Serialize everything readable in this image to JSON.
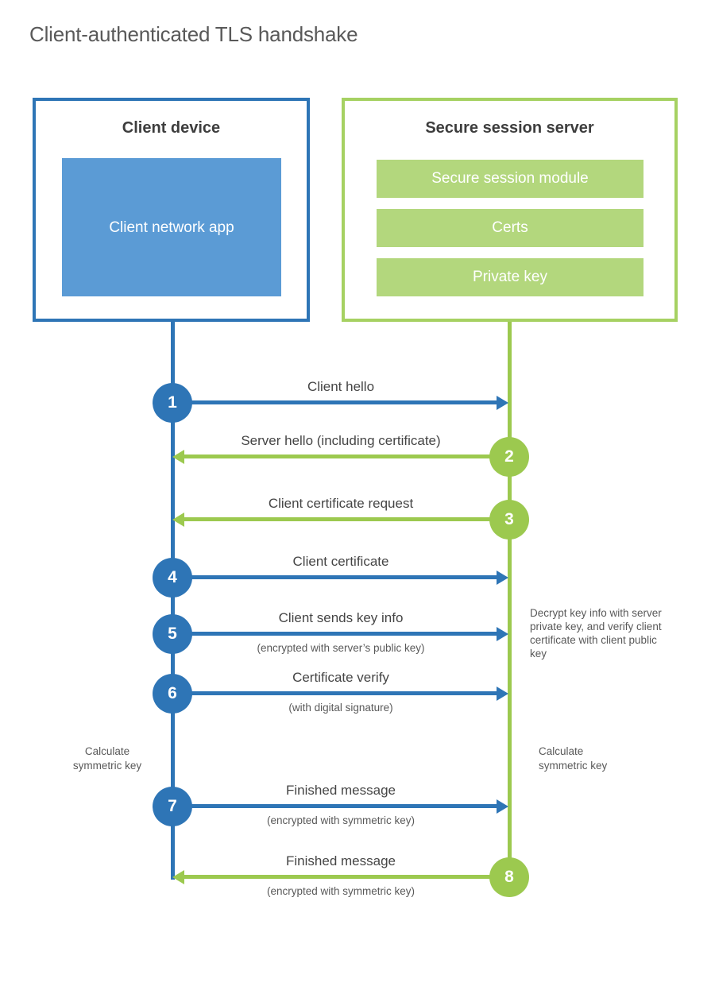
{
  "title": "Client-authenticated TLS handshake",
  "client_box": {
    "title": "Client device",
    "app": "Client network app"
  },
  "server_box": {
    "title": "Secure session server",
    "modules": [
      "Secure session module",
      "Certs",
      "Private key"
    ]
  },
  "messages": [
    {
      "num": "1",
      "direction": "client-to-server",
      "label": "Client hello"
    },
    {
      "num": "2",
      "direction": "server-to-client",
      "label": "Server hello (including certificate)"
    },
    {
      "num": "3",
      "direction": "server-to-client",
      "label": "Client certificate request"
    },
    {
      "num": "4",
      "direction": "client-to-server",
      "label": "Client certificate"
    },
    {
      "num": "5",
      "direction": "client-to-server",
      "label": "Client sends key info",
      "sublabel": "(encrypted with server’s public key)"
    },
    {
      "num": "6",
      "direction": "client-to-server",
      "label": "Certificate verify",
      "sublabel": "(with digital signature)"
    },
    {
      "num": "7",
      "direction": "client-to-server",
      "label": "Finished message",
      "sublabel": "(encrypted with symmetric key)"
    },
    {
      "num": "8",
      "direction": "server-to-client",
      "label": "Finished message",
      "sublabel": "(encrypted with symmetric key)"
    }
  ],
  "annotations": {
    "decrypt_note": "Decrypt key info with server private key, and verify client certificate with client public key",
    "calc_left": "Calculate symmetric key",
    "calc_right": "Calculate symmetric key"
  },
  "colors": {
    "blue": "#2e75b6",
    "blue_fill": "#5b9bd5",
    "green": "#9cc94f",
    "green_border": "#a6d162",
    "green_fill": "#b3d77d"
  }
}
